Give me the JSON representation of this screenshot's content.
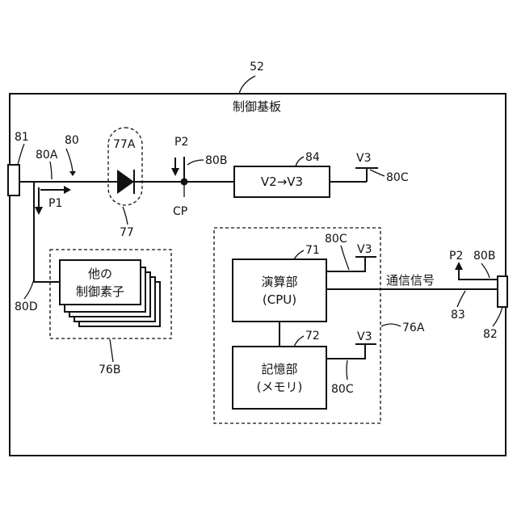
{
  "board": {
    "ref": "52",
    "title": "制御基板"
  },
  "connectors": {
    "left_ref": "81",
    "right_ref": "82"
  },
  "line": {
    "ref": "80",
    "ref_80a": "80A",
    "ref_80b": "80B",
    "ref_80c": "80C",
    "ref_80d": "80D",
    "comm_ref": "83",
    "comm_label": "通信信号"
  },
  "powers": {
    "p1": "P1",
    "p2": "P2",
    "v3": "V3",
    "cp": "CP"
  },
  "diode": {
    "ref": "77A",
    "group_ref": "77"
  },
  "converter": {
    "ref": "84",
    "label": "V2→V3"
  },
  "other_elements": {
    "line1": "他の",
    "line2": "制御素子",
    "group_ref": "76B"
  },
  "cpu_group": {
    "ref": "76A"
  },
  "cpu": {
    "ref": "71",
    "line1": "演算部",
    "line2": "(CPU)"
  },
  "memory": {
    "ref": "72",
    "line1": "記憶部",
    "line2": "(メモリ)"
  }
}
